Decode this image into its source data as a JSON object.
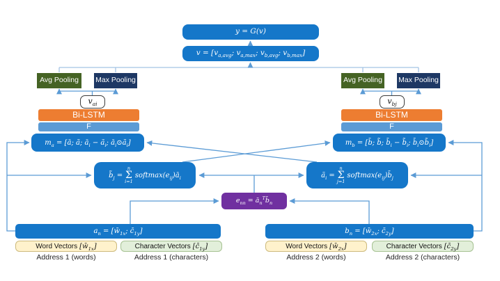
{
  "diagram": {
    "top": {
      "prediction": "y = G(v)",
      "fusion": "v = [v_{a,avg}; v_{a,max}; v_{b,avg}; v_{b,max}]"
    },
    "left": {
      "avg_pooling": "Avg Pooling",
      "max_pooling": "Max Pooling",
      "hidden_state": "v_{ai}",
      "bilstm": "Bi-LSTM",
      "f": "F",
      "match": "m_{a} = [ā; ã; ā_{i} − ã_{i}; ā_{i}⊙ã_{i}]",
      "attention_lhs": "b̃_{j} =",
      "sum_upper": "n",
      "sum_sigma": "Σ",
      "sum_lower": "i=1",
      "attention_rhs": "softmax(e_{ij})ā_{i}",
      "concat": "a_{n} = [w̄_{1x}; c̄_{1y}]",
      "word_vectors_label": "Word Vectors",
      "word_vectors_math": "[w̄_{1x}]",
      "char_vectors_label": "Character Vectors",
      "char_vectors_math": "[c̄_{1y}]",
      "caption_words": "Address 1 (words)",
      "caption_chars": "Address 1 (characters)"
    },
    "right": {
      "avg_pooling": "Avg Pooling",
      "max_pooling": "Max Pooling",
      "hidden_state": "v_{bj}",
      "bilstm": "Bi-LSTM",
      "f": "F",
      "match": "m_{b} = [b̄; b̃; b̄_{i} − b̃_{i}; b̄_{i}⊙b̃_{i}]",
      "attention_lhs": "ã_{i} =",
      "sum_upper": "n",
      "sum_sigma": "Σ",
      "sum_lower": "j=1",
      "attention_rhs": "softmax(e_{ij})b̄_{j}",
      "concat": "b_{n} = [w̄_{2x}; c̄_{2y}]",
      "word_vectors_label": "Word Vectors",
      "word_vectors_math": "[w̄_{2x}]",
      "char_vectors_label": "Character Vectors",
      "char_vectors_math": "[c̄_{2y}]",
      "caption_words": "Address 2 (words)",
      "caption_chars": "Address 2 (characters)"
    },
    "center": {
      "energy": "e_{nn} = ā_{n}^{T}b̄_{n}"
    },
    "colors": {
      "primary_blue": "#1577C9",
      "light_blue": "#5B9BD5",
      "orange": "#ED7D31",
      "dark_green": "#456324",
      "navy": "#1E3864",
      "purple": "#7030A0",
      "cream": "#FFF2CC",
      "pale_green": "#E2EFDA",
      "connector_blue": "#5B9BD5",
      "bus_blue": "#A3C4E4"
    }
  }
}
